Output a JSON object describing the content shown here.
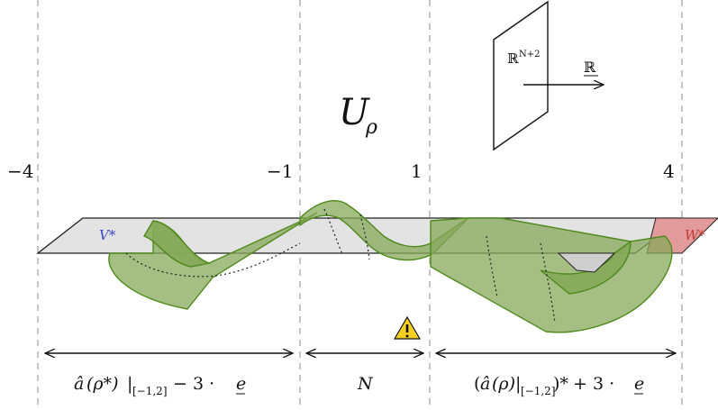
{
  "figure": {
    "title": {
      "main": "U",
      "sub": "ρ"
    },
    "ticks": [
      {
        "label": "−4"
      },
      {
        "label": "−1"
      },
      {
        "label": "1"
      },
      {
        "label": "4"
      }
    ],
    "inset": {
      "plane_label": {
        "main": "ℝ",
        "sup": "N+2"
      },
      "arrow_label": "ℝ"
    },
    "region_labels": {
      "left": "V*",
      "right": "W*"
    },
    "spans": {
      "left": {
        "a": "â",
        "rho": "(ρ*)",
        "restrict": "|",
        "sub": "[−1,2]",
        "op": " − 3 · ",
        "e": "e"
      },
      "middle": {
        "text": "N"
      },
      "right": {
        "open": "(",
        "a": "â",
        "rho": "(ρ)|",
        "sub": "[−1,2]",
        "close": ")*",
        "op": " + 3 · ",
        "e": "e"
      }
    },
    "warning_icon": "warning-icon",
    "colors": {
      "surface_fill": "#86a85a",
      "surface_stroke": "#4d8a1a",
      "plane_fill": "#e3e3e3",
      "left_region": "#8c9cf0",
      "right_region": "#e39a9a",
      "left_label_color": "#3a47c9",
      "right_label_color": "#c23a3a",
      "guide_dash": "#a0a0a0",
      "warning_yellow": "#f5d020"
    }
  }
}
